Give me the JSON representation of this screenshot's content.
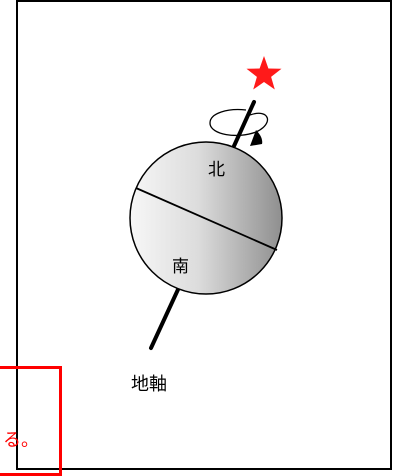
{
  "labels": {
    "north": "北",
    "south": "南",
    "axis": "地軸"
  },
  "corner_fragment": "る。",
  "colors": {
    "star": "#ff0000",
    "red_box": "#ff0000",
    "axis_line": "#000000",
    "globe_light": "#f4f4f4",
    "globe_dark": "#9a9a9a"
  },
  "icons": {
    "star": "star-icon",
    "rotation": "rotation-arrow-icon"
  }
}
